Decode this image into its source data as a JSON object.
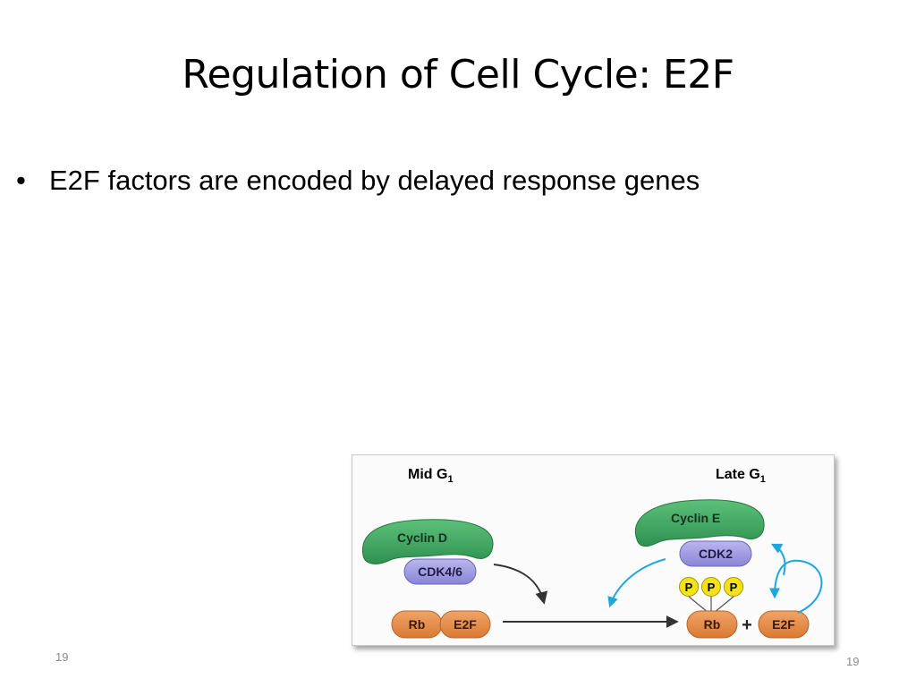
{
  "slide": {
    "title": "Regulation of Cell Cycle: E2F",
    "bullets": [
      "E2F factors are encoded by delayed response genes"
    ],
    "slide_number_left": "19",
    "slide_number_right": "19"
  },
  "figure": {
    "mid_label": "Mid G",
    "mid_sub": "1",
    "late_label": "Late G",
    "late_sub": "1",
    "cyclin_d": "Cyclin D",
    "cdk46": "CDK4/6",
    "cyclin_e": "Cyclin E",
    "cdk2": "CDK2",
    "rb_left": "Rb",
    "e2f_left": "E2F",
    "rb_right": "Rb",
    "plus": "+",
    "e2f_right": "E2F",
    "phospho": [
      "P",
      "P",
      "P"
    ],
    "colors": {
      "cyclin": "#3fa85f",
      "cdk": "#9f9be0",
      "rb_e2f": "#e48a45",
      "phosphate": "#f3e21a",
      "feedback_arrow": "#1ea6dd"
    }
  }
}
